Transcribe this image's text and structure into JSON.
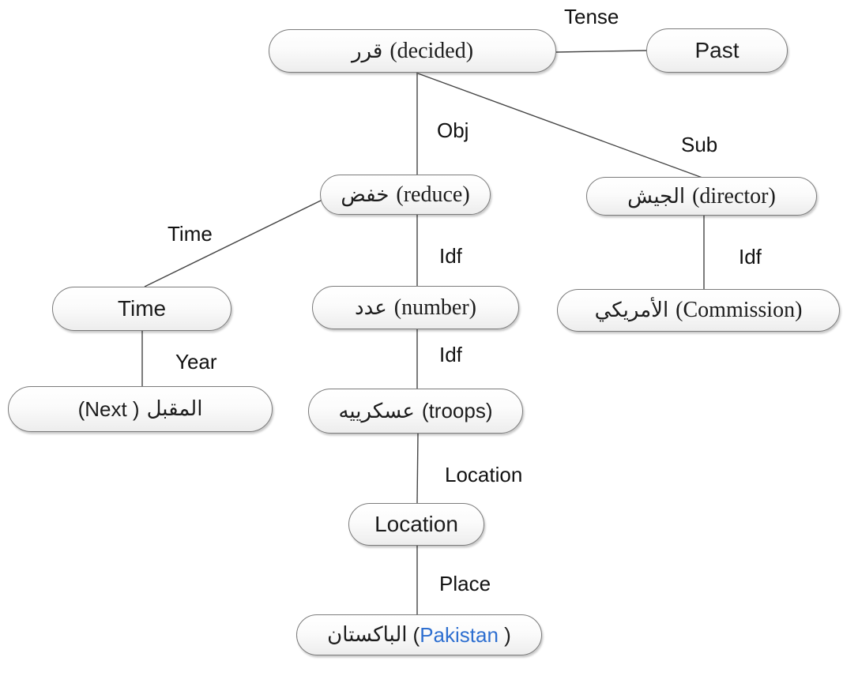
{
  "diagram": {
    "title": "arabic-dependency-tree",
    "nodes": {
      "decided": {
        "ar": "قرر",
        "en": "(decided)"
      },
      "past": {
        "label": "Past"
      },
      "reduce": {
        "ar": "خفض",
        "en": "(reduce)"
      },
      "director": {
        "ar": "الجيش",
        "en": "(director)"
      },
      "time": {
        "label": "Time"
      },
      "number": {
        "ar": "عدد",
        "en": "(number)"
      },
      "commission": {
        "ar": "الأمريكي",
        "en": "(Commission)"
      },
      "next": {
        "en": "(Next )",
        "ar": "المقبل"
      },
      "troops": {
        "ar": "عسكرييه",
        "en": "(troops)"
      },
      "location": {
        "label": "Location"
      },
      "pakistan": {
        "ar": "الباكستان",
        "en_open": "(",
        "en_word": "Pakistan",
        "en_close": " )"
      }
    },
    "edge_labels": {
      "tense": "Tense",
      "obj": "Obj",
      "sub": "Sub",
      "time": "Time",
      "idf_reduce_number": "Idf",
      "idf_director_commission": "Idf",
      "idf_number_troops": "Idf",
      "year": "Year",
      "location": "Location",
      "place": "Place"
    },
    "colors": {
      "pakistan_text": "#2e6fd0",
      "node_border": "#7b7b7b",
      "edge_line": "#454545",
      "text": "#1c1c1c"
    }
  }
}
